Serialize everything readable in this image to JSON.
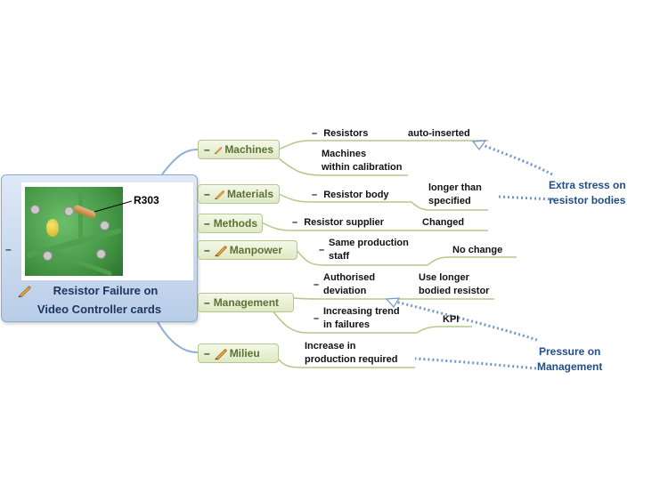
{
  "central": {
    "collapse_marker": "–",
    "photo_label": "R303",
    "title_line1": "Resistor Failure on",
    "title_line2": "Video Controller cards"
  },
  "branches": [
    {
      "label": "Machines",
      "dash": "–"
    },
    {
      "label": "Materials",
      "dash": "–"
    },
    {
      "label": "Methods",
      "dash": "–"
    },
    {
      "label": "Manpower",
      "dash": "–"
    },
    {
      "label": "Management",
      "dash": "–"
    },
    {
      "label": "Milieu",
      "dash": "–"
    }
  ],
  "subtopics": {
    "machines": [
      {
        "dash": "–",
        "text": "Resistors",
        "detail": "auto-inserted"
      },
      {
        "line1": "Machines",
        "line2": "within calibration"
      }
    ],
    "materials": [
      {
        "dash": "–",
        "text": "Resistor body",
        "detail1": "longer than",
        "detail2": "specified"
      }
    ],
    "methods": [
      {
        "dash": "–",
        "text": "Resistor supplier",
        "detail": "Changed"
      }
    ],
    "manpower": [
      {
        "dash": "–",
        "line1": "Same production",
        "line2": "staff",
        "detail": "No change"
      }
    ],
    "management": [
      {
        "dash": "–",
        "line1": "Authorised",
        "line2": "deviation",
        "detail1": "Use longer",
        "detail2": "bodied resistor"
      },
      {
        "dash": "–",
        "line1": "Increasing trend",
        "line2": "in failures",
        "detail": "KPI"
      }
    ],
    "milieu": [
      {
        "line1": "Increase in",
        "line2": "production required"
      }
    ]
  },
  "callouts": [
    {
      "line1": "Extra stress on",
      "line2": "resistor bodies"
    },
    {
      "line1": "Pressure on",
      "line2": "Management"
    }
  ],
  "colors": {
    "central_fill": "#c7d8ef",
    "branch_text": "#5a7233",
    "connector": "#8fb0d4",
    "subline": "#b4c88c",
    "callout_text": "#1f4e8a",
    "dotted": "#6f99c8"
  }
}
